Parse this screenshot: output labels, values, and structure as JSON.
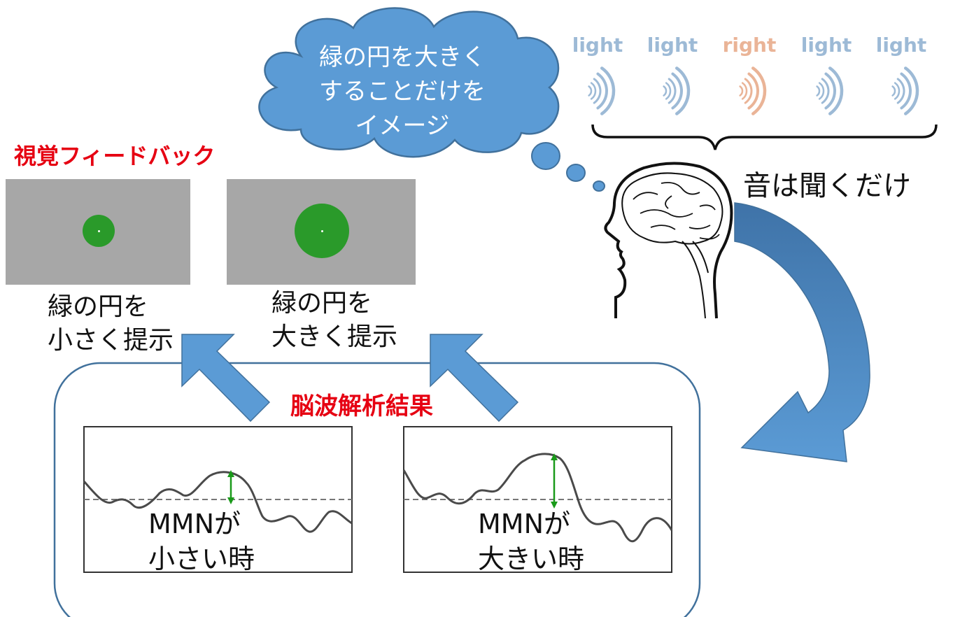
{
  "thought": {
    "lines": [
      "緑の円を大きく",
      "することだけを",
      "イメージ"
    ]
  },
  "sounds": {
    "items": [
      {
        "label": "light",
        "color": "#9dbad6"
      },
      {
        "label": "light",
        "color": "#9dbad6"
      },
      {
        "label": "right",
        "color": "#eab497"
      },
      {
        "label": "light",
        "color": "#9dbad6"
      },
      {
        "label": "light",
        "color": "#9dbad6"
      }
    ],
    "caption": "音は聞くだけ"
  },
  "feedback": {
    "title": "視覚フィードバック",
    "small": {
      "line1": "緑の円を",
      "line2": "小さく提示"
    },
    "large": {
      "line1": "緑の円を",
      "line2": "大きく提示"
    },
    "circle_color": "#2a9a2a",
    "panel_color": "#a7a7a7"
  },
  "analysis": {
    "title": "脳波解析結果",
    "small": {
      "line1": "MMNが",
      "line2": "小さい時"
    },
    "large": {
      "line1": "MMNが",
      "line2": "大きい時"
    }
  },
  "colors": {
    "accent_red": "#e60012",
    "arrow_blue": "#5b9bd5",
    "mmn_arrow": "#1a9a1a"
  }
}
